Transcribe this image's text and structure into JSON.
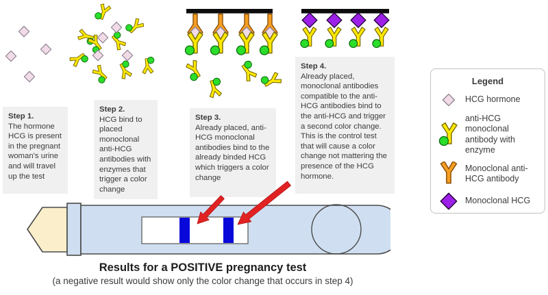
{
  "colors": {
    "hcg-pink": "#F0DBE7",
    "hcg-pink-outline": "#8F8292",
    "antibody-yellow": "#FFE800",
    "antibody-yellow-outline": "#7A6D00",
    "enzyme-green": "#2CDE2C",
    "enzyme-green-outline": "#0B6B0B",
    "antibody-orange": "#F59E21",
    "antibody-orange-outline": "#8A4D08",
    "monoclonal-purple": "#9D20E8",
    "monoclonal-purple-outline": "#2A0640",
    "bar-black": "#0C0C0C",
    "box-grey": "#F0F0F0",
    "text-dark": "#3B3B3B",
    "strip-blue": "#CFDFF1",
    "strip-outline": "#4A4A4A",
    "strip-tip-cream": "#FBEECB",
    "band-blue": "#0808DA",
    "window-white": "#FFFFFF",
    "arrow-red": "#E12222",
    "legend-bg": "#FFFFFF",
    "legend-border": "#C2C2C2"
  },
  "icons": {
    "hcg-hormone": "small light-pink diamond",
    "anti-hcg-antibody-with-enzyme": "yellow Y shape with green circle",
    "monoclonal-anti-hcg-antibody": "orange Y shape",
    "monoclonal-hcg": "purple diamond",
    "control-bar": "black horizontal bar",
    "result-arrow": "thick red arrow"
  },
  "steps": [
    {
      "title": "Step 1.",
      "body": "The hormone HCG is present in the pregnant woman's urine and will travel up the test"
    },
    {
      "title": "Step 2.",
      "body": "HCG bind to placed monoclonal anti-HCG antibodies with enzymes that trigger a color change"
    },
    {
      "title": "Step 3.",
      "body": "Already placed, anti-HCG monoclonal antibodies bind to the already binded HCG which triggers a color change"
    },
    {
      "title": "Step 4.",
      "body": "Already placed, monoclonal antibodies compatible to the anti-HCG antibodies bind to the anti-HCG and trigger a second color change. This is the control test that will cause a color change not mattering the presence of the HCG hormone."
    }
  ],
  "legend": {
    "title": "Legend",
    "items": [
      {
        "icon": "hcg-hormone-icon",
        "label": "HCG hormone"
      },
      {
        "icon": "anti-hcg-antibody-with-enzyme-icon",
        "label": "anti-HCG monoclonal antibody with enzyme"
      },
      {
        "icon": "monoclonal-anti-hcg-antibody-icon",
        "label": "Monoclonal anti-HCG antibody"
      },
      {
        "icon": "monoclonal-hcg-icon",
        "label": "Monoclonal HCG"
      }
    ]
  },
  "caption": {
    "title": "Results for a POSITIVE pregnancy test",
    "subtitle": "(a negative result would show only the color change that occurs in step 4)"
  }
}
